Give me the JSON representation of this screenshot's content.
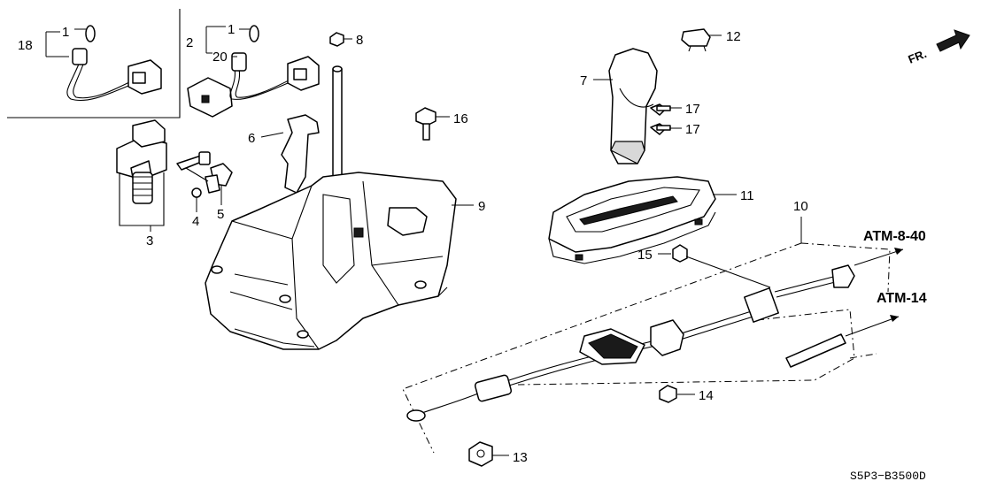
{
  "callouts": {
    "c1a": "1",
    "c18": "18",
    "c1b": "1",
    "c2": "2",
    "c20": "20",
    "c8": "8",
    "c12": "12",
    "c7": "7",
    "c6": "6",
    "c16": "16",
    "c17a": "17",
    "c17b": "17",
    "c3": "3",
    "c4": "4",
    "c5": "5",
    "c9": "9",
    "c11": "11",
    "c10": "10",
    "c15": "15",
    "c14": "14",
    "c13": "13"
  },
  "references": {
    "atm840": "ATM-8-40",
    "atm14": "ATM-14"
  },
  "direction": {
    "label": "FR."
  },
  "diagram_code": "S5P3−B3500D"
}
